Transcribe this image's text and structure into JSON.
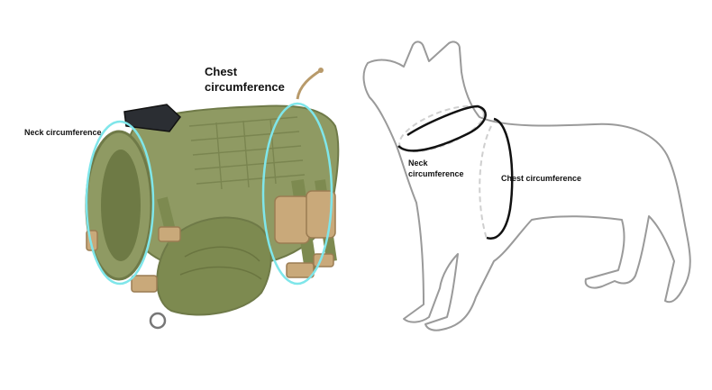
{
  "labels": {
    "chest_left_line1": "Chest",
    "chest_left_line2": "circumference",
    "neck_left": "Neck circumference",
    "neck_right_line1": "Neck",
    "neck_right_line2": "circumference",
    "chest_right": "Chest circumference"
  },
  "colors": {
    "harness_green": "#8f9a63",
    "harness_dark": "#6f7a48",
    "buckle_tan": "#c9a97a",
    "ring_cyan": "#7fe6ea",
    "dog_outline": "#9a9a9a",
    "measure_line": "#111111"
  }
}
